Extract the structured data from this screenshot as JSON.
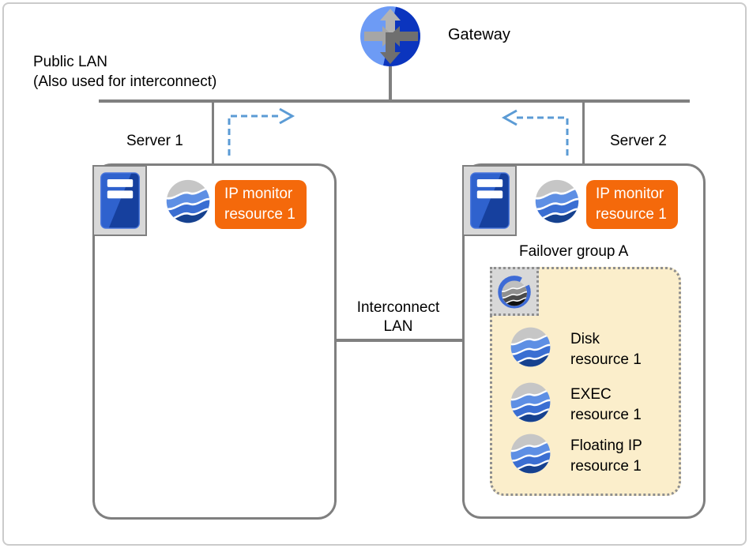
{
  "diagram": {
    "gateway": {
      "label": "Gateway",
      "icon": "router-icon"
    },
    "public_lan": {
      "line1": "Public LAN",
      "line2": "(Also used for interconnect)"
    },
    "interconnect_lan": {
      "line1": "Interconnect",
      "line2": "LAN"
    },
    "servers": [
      {
        "name": "Server 1",
        "icon": "server-tower-icon",
        "monitor": {
          "icon": "cluster-resource-icon",
          "line1": "IP monitor",
          "line2": "resource 1"
        }
      },
      {
        "name": "Server 2",
        "icon": "server-tower-icon",
        "monitor": {
          "icon": "cluster-resource-icon",
          "line1": "IP monitor",
          "line2": "resource 1"
        }
      }
    ],
    "failover_group": {
      "label": "Failover group A",
      "icon": "group-g-icon",
      "resources": [
        {
          "icon": "cluster-resource-icon",
          "line1": "Disk",
          "line2": "resource 1"
        },
        {
          "icon": "cluster-resource-icon",
          "line1": "EXEC",
          "line2": "resource 1"
        },
        {
          "icon": "cluster-resource-icon",
          "line1": "Floating IP",
          "line2": "resource 1"
        }
      ]
    },
    "colors": {
      "line_gray": "#808080",
      "box_border_gray": "#7f7f7f",
      "monitor_badge_orange": "#f4690b",
      "group_fill_cream": "#fbeecb",
      "dashed_arrow_blue": "#5b9bd5",
      "gateway_light_blue": "#6d9bf5",
      "gateway_dark_blue": "#0b35be",
      "server_tower_blue": "#2f62ce",
      "resource_wave_blues": [
        "#5e8fe4",
        "#3a6ed2",
        "#16418f"
      ]
    }
  }
}
